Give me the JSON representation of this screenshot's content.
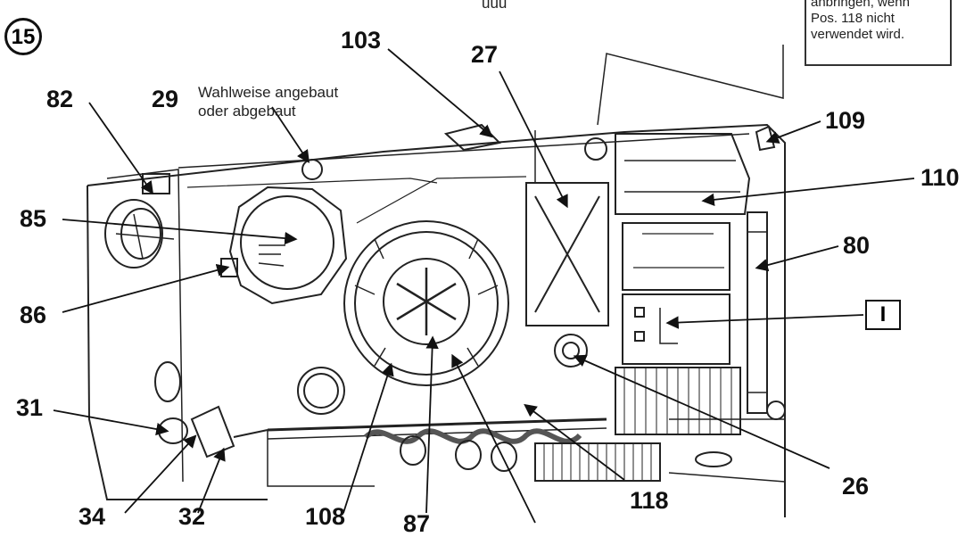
{
  "figure_label": "15",
  "top_fragment": "uuu",
  "note_box": {
    "lines": [
      "anbringen, wenn",
      "Pos. 118 nicht",
      "verwendet wird."
    ]
  },
  "note_29": [
    "Wahlweise angebaut",
    "oder abgebaut"
  ],
  "boxed_label": "I",
  "callouts": [
    {
      "id": "82",
      "label": "82"
    },
    {
      "id": "29",
      "label": "29"
    },
    {
      "id": "103",
      "label": "103"
    },
    {
      "id": "27",
      "label": "27"
    },
    {
      "id": "109",
      "label": "109"
    },
    {
      "id": "110",
      "label": "110"
    },
    {
      "id": "85",
      "label": "85"
    },
    {
      "id": "80",
      "label": "80"
    },
    {
      "id": "86",
      "label": "86"
    },
    {
      "id": "31",
      "label": "31"
    },
    {
      "id": "26",
      "label": "26"
    },
    {
      "id": "118",
      "label": "118"
    },
    {
      "id": "34",
      "label": "34"
    },
    {
      "id": "32",
      "label": "32"
    },
    {
      "id": "108",
      "label": "108"
    },
    {
      "id": "87",
      "label": "87"
    }
  ]
}
